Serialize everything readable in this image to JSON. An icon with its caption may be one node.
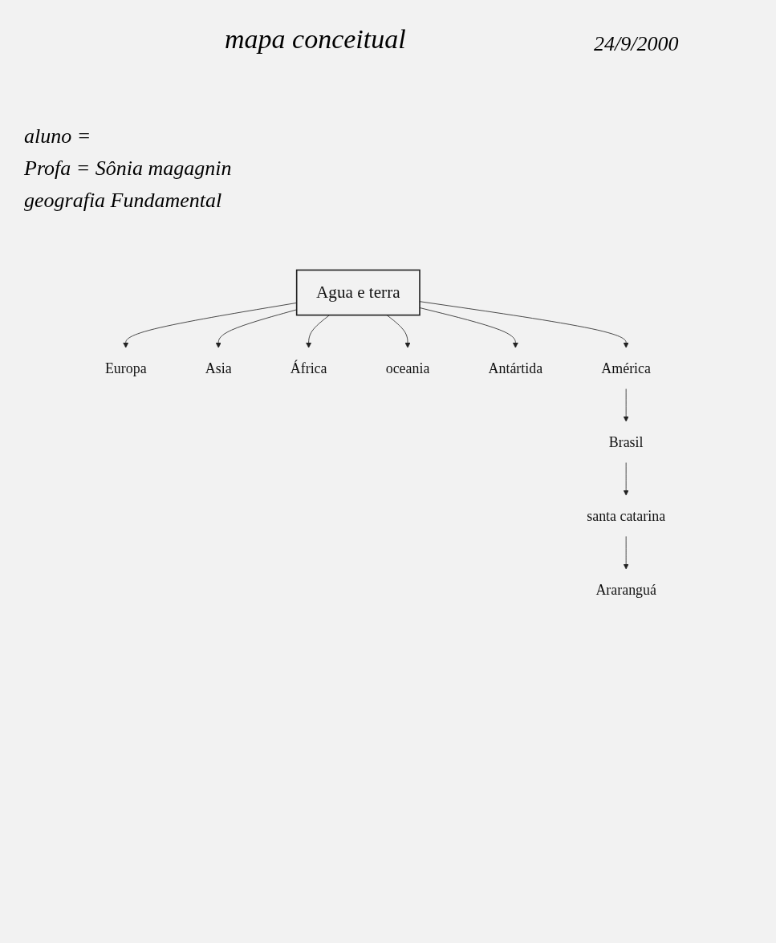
{
  "diagram": {
    "title": "mapa conceitual",
    "nodes": [
      {
        "text": [
          "Agua e terra"
        ]
      },
      {
        "text": [
          "Europa"
        ]
      },
      {
        "text": [
          "Asia"
        ]
      },
      {
        "text": [
          "África"
        ]
      },
      {
        "text": [
          "oceania"
        ]
      },
      {
        "text": [
          "Antártida"
        ]
      },
      {
        "text": [
          "América"
        ]
      },
      {
        "text": [
          "Brasil"
        ]
      },
      {
        "text": [
          "santa catarina"
        ]
      },
      {
        "text": [
          "Araranguá"
        ]
      }
    ],
    "edges": [
      {
        "from": 0,
        "to": 1,
        "arrow": "to"
      },
      {
        "from": 0,
        "to": 2,
        "arrow": "to"
      },
      {
        "from": 0,
        "to": 3,
        "arrow": "to"
      },
      {
        "from": 0,
        "to": 4,
        "arrow": "to"
      },
      {
        "from": 0,
        "to": 5,
        "arrow": "to"
      },
      {
        "from": 0,
        "to": 6,
        "arrow": "to"
      },
      {
        "from": 6,
        "to": 7,
        "arrow": "to"
      },
      {
        "from": 7,
        "to": 8,
        "arrow": "to"
      },
      {
        "from": 8,
        "to": 9,
        "arrow": "to"
      }
    ],
    "labels": [
      "24/9/2000",
      "aluno =",
      "Profa = Sônia magagnin",
      "geografia Fundamental"
    ]
  }
}
